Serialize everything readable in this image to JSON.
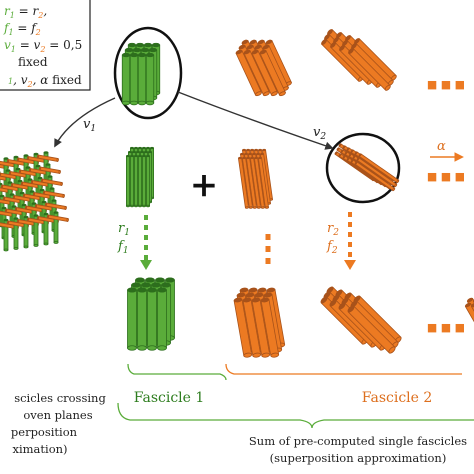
{
  "colors": {
    "green": "#5aac3a",
    "green_dark": "#2d6e1d",
    "orange": "#ec7a22",
    "orange_dark": "#a8521a",
    "text_green": "#2e7d1f",
    "text_orange": "#dd6f1e",
    "text_dark": "#222222"
  },
  "legend": {
    "line1_a": "r",
    "line1_b": "1",
    "line1_c": " = r",
    "line1_d": "2",
    "line1_e": ",",
    "line2_a": "f",
    "line2_b": "1",
    "line2_c": " = f",
    "line2_d": "2",
    "line3_a": "v",
    "line3_b": "1",
    "line3_c": " = v",
    "line3_d": "2",
    "line3_e": " = 0,5",
    "line4": "fixed",
    "line5_b": "1",
    "line5_c": ", v",
    "line5_d": "2",
    "line5_e": ", α",
    "line5_f": " fixed"
  },
  "arrows": {
    "v1": "v",
    "v1_sub": "1",
    "v2": "v",
    "v2_sub": "2",
    "alpha": "α",
    "r1": "r",
    "r1_sub": "1",
    "f1": "f",
    "f1_sub": "1",
    "r2": "r",
    "r2_sub": "2",
    "f2": "f",
    "f2_sub": "2"
  },
  "plus": "+",
  "ellipsis": "■ ■ ■",
  "captions": {
    "left_line1": "scicles crossing",
    "left_line2": "oven  planes",
    "left_line3": "perposition",
    "left_line4": "ximation)",
    "fascicle1": "Fascicle 1",
    "fascicle2": "Fascicle 2",
    "bottom_line1": "Sum of pre-computed single fascicles",
    "bottom_line2": "(superposition approximation)"
  }
}
